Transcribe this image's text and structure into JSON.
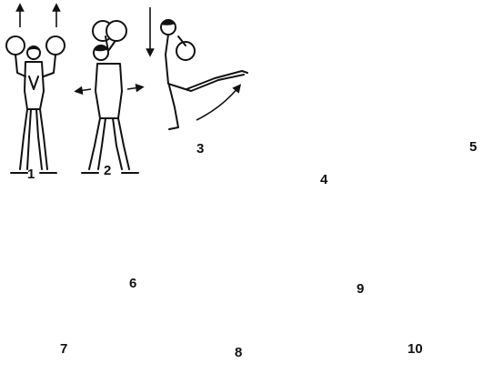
{
  "figures": [
    {
      "id": "1",
      "label": "1"
    },
    {
      "id": "2",
      "label": "2"
    },
    {
      "id": "3",
      "label": "3"
    },
    {
      "id": "4",
      "label": "4"
    },
    {
      "id": "5",
      "label": "5"
    },
    {
      "id": "6",
      "label": "6"
    },
    {
      "id": "7",
      "label": "7"
    },
    {
      "id": "8",
      "label": "8"
    },
    {
      "id": "9",
      "label": "9"
    },
    {
      "id": "10",
      "label": "10"
    }
  ],
  "colors": {
    "ink": "#111111",
    "background": "#ffffff"
  }
}
